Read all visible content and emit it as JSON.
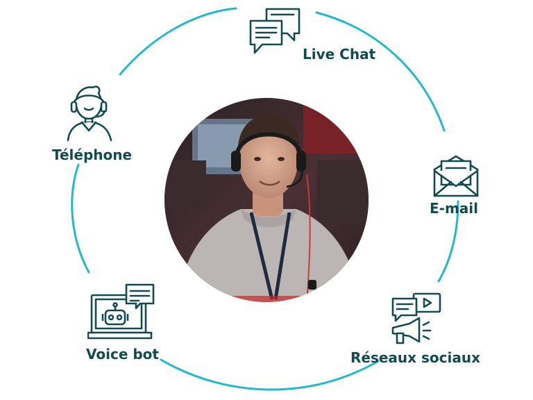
{
  "colors": {
    "ring": "#1fb8cc",
    "icon": "#124a52",
    "label": "#124a52",
    "accent": "#1fb8cc"
  },
  "channels": {
    "live_chat": {
      "label": "Live Chat",
      "icon": "chat-bubbles-icon"
    },
    "email": {
      "label": "E-mail",
      "icon": "envelope-icon"
    },
    "social": {
      "label": "Réseaux sociaux",
      "icon": "megaphone-icon"
    },
    "voice_bot": {
      "label": "Voice bot",
      "icon": "robot-laptop-icon"
    },
    "telephone": {
      "label": "Téléphone",
      "icon": "headset-agent-icon"
    }
  },
  "center": {
    "icon": "agent-photo"
  }
}
